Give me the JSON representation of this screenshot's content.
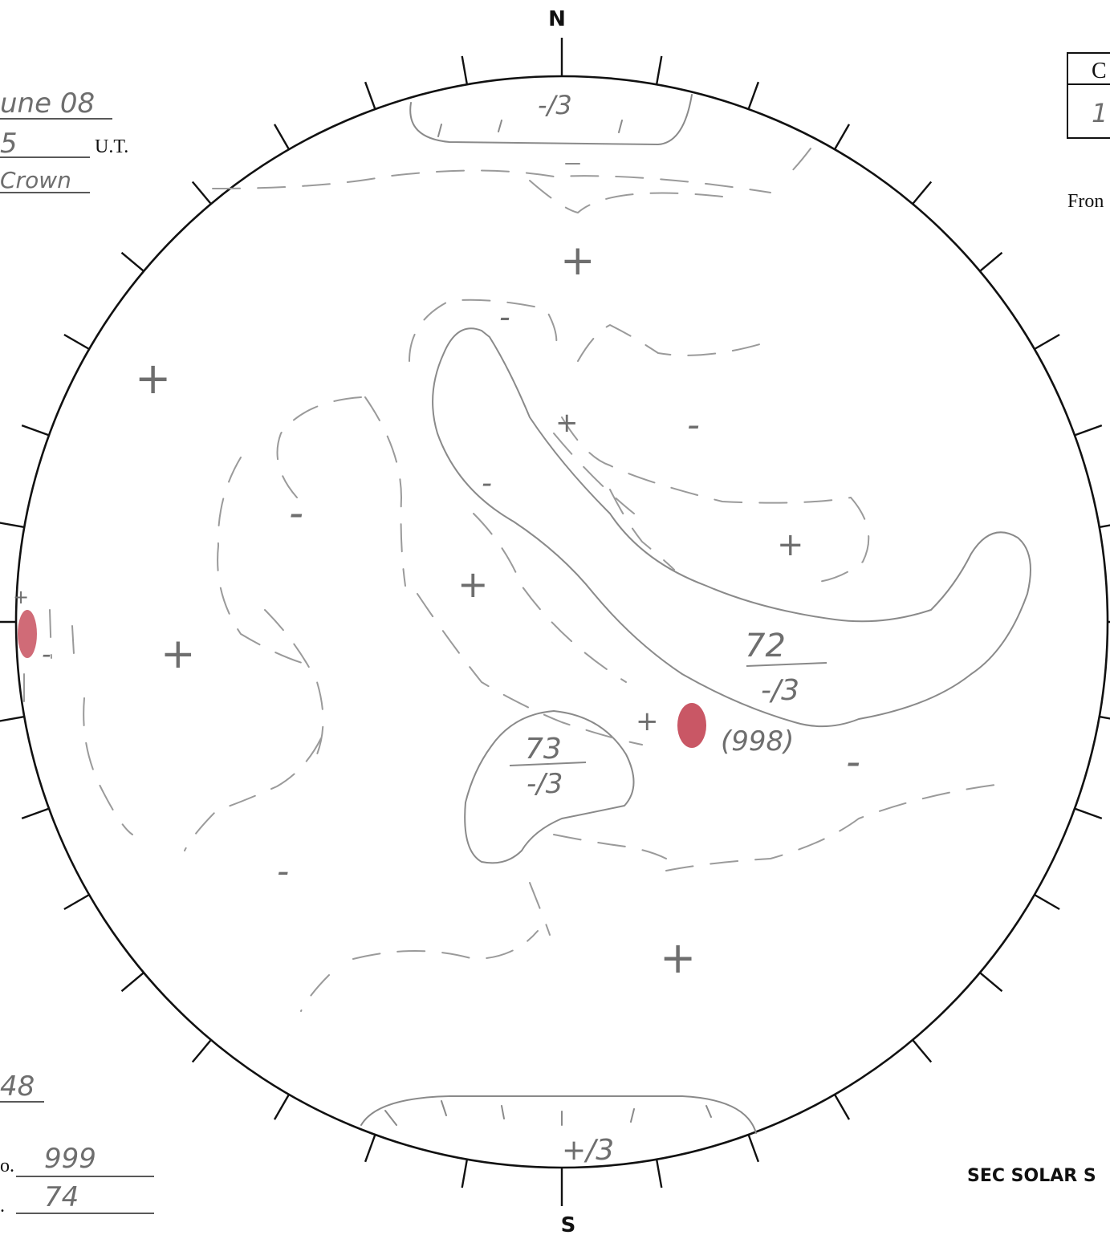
{
  "compass": {
    "north": "N",
    "south": "S"
  },
  "header": {
    "date_value": "une 08",
    "time_value": "5",
    "time_unit": "U.T.",
    "observer_value": "Crown"
  },
  "table": {
    "header_text": "C",
    "cell_text": "1"
  },
  "from_label": "Fron",
  "region": {
    "value": "48"
  },
  "footer": {
    "field1_prefix": "o.",
    "field1_value": "999",
    "field2_prefix": ".",
    "field2_value": "74"
  },
  "brand": "SEC SOLAR S",
  "annotations": {
    "north_polar": "-/3",
    "south_polar": "+/3",
    "label_72_top": "72",
    "label_72_bottom": "-/3",
    "label_73_top": "73",
    "label_73_bottom": "-/3",
    "region_number": "(998)"
  },
  "plus_marks": [
    "+",
    "+",
    "+",
    "+",
    "+",
    "+",
    "+",
    "+",
    "+"
  ],
  "minus_marks": [
    "-",
    "-",
    "-",
    "-",
    "-",
    "-",
    "-"
  ],
  "colors": {
    "plage": "#c0394a",
    "pencil": "#8a8a8a",
    "ink": "#111111"
  }
}
